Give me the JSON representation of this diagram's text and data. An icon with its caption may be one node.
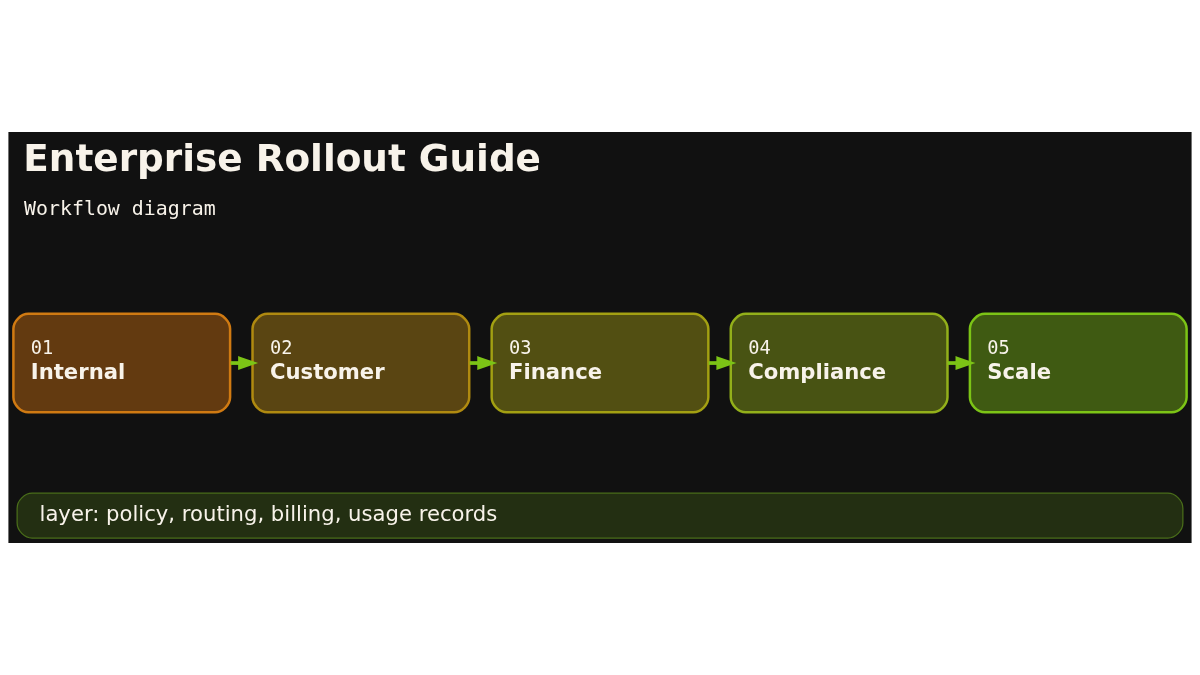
{
  "diagram": {
    "title": "Enterprise Rollout Guide",
    "nodes": [
      {
        "text": [
          "01",
          "Internal"
        ]
      },
      {
        "text": [
          "02",
          "Customer"
        ]
      },
      {
        "text": [
          "03",
          "Finance"
        ]
      },
      {
        "text": [
          "04",
          "Compliance"
        ]
      },
      {
        "text": [
          "05",
          "Scale"
        ]
      },
      {
        "text": [
          "layer: policy, routing, billing, usage records"
        ]
      }
    ],
    "edges": [
      {
        "from": 0,
        "to": 1,
        "arrow": "to"
      },
      {
        "from": 1,
        "to": 2,
        "arrow": "to"
      },
      {
        "from": 2,
        "to": 3,
        "arrow": "to"
      },
      {
        "from": 3,
        "to": 4,
        "arrow": "to"
      }
    ],
    "labels": [
      "Workflow diagram"
    ]
  }
}
